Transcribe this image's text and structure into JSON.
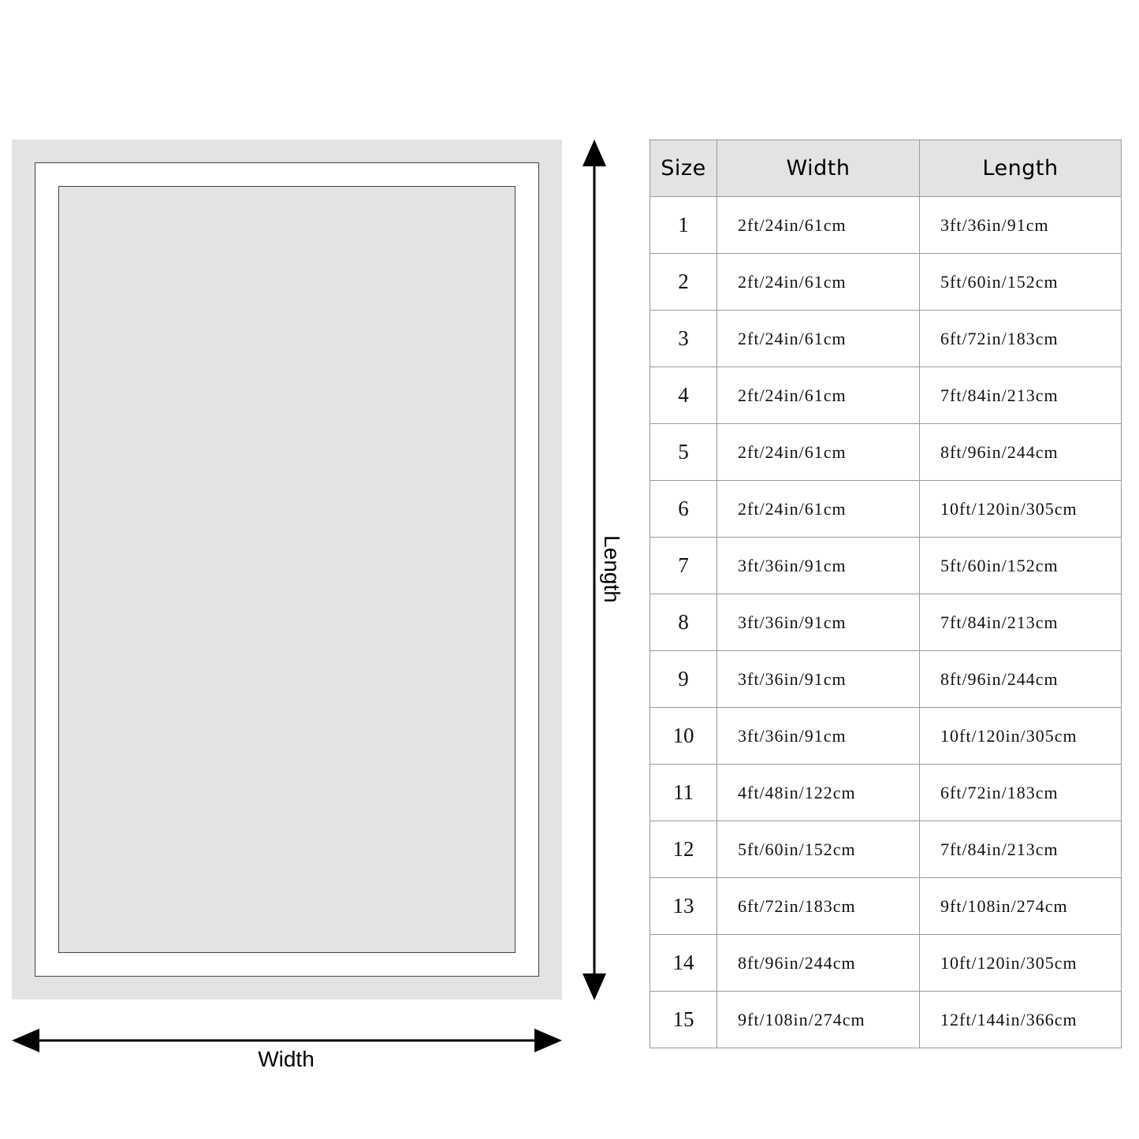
{
  "diagram": {
    "length_label": "Length",
    "width_label": "Width",
    "colors": {
      "rug_fill": "#e3e3e5",
      "rug_border": "#ffffff",
      "outline": "#4a3f3f",
      "arrow": "#000000"
    }
  },
  "table": {
    "headers": {
      "size": "Size",
      "width": "Width",
      "length": "Length"
    },
    "rows": [
      {
        "size": "1",
        "width": "2ft/24in/61cm",
        "length": "3ft/36in/91cm"
      },
      {
        "size": "2",
        "width": "2ft/24in/61cm",
        "length": "5ft/60in/152cm"
      },
      {
        "size": "3",
        "width": "2ft/24in/61cm",
        "length": "6ft/72in/183cm"
      },
      {
        "size": "4",
        "width": "2ft/24in/61cm",
        "length": "7ft/84in/213cm"
      },
      {
        "size": "5",
        "width": "2ft/24in/61cm",
        "length": "8ft/96in/244cm"
      },
      {
        "size": "6",
        "width": "2ft/24in/61cm",
        "length": "10ft/120in/305cm"
      },
      {
        "size": "7",
        "width": "3ft/36in/91cm",
        "length": "5ft/60in/152cm"
      },
      {
        "size": "8",
        "width": "3ft/36in/91cm",
        "length": "7ft/84in/213cm"
      },
      {
        "size": "9",
        "width": "3ft/36in/91cm",
        "length": "8ft/96in/244cm"
      },
      {
        "size": "10",
        "width": "3ft/36in/91cm",
        "length": "10ft/120in/305cm"
      },
      {
        "size": "11",
        "width": "4ft/48in/122cm",
        "length": "6ft/72in/183cm"
      },
      {
        "size": "12",
        "width": "5ft/60in/152cm",
        "length": "7ft/84in/213cm"
      },
      {
        "size": "13",
        "width": "6ft/72in/183cm",
        "length": "9ft/108in/274cm"
      },
      {
        "size": "14",
        "width": "8ft/96in/244cm",
        "length": "10ft/120in/305cm"
      },
      {
        "size": "15",
        "width": "9ft/108in/274cm",
        "length": "12ft/144in/366cm"
      }
    ]
  }
}
